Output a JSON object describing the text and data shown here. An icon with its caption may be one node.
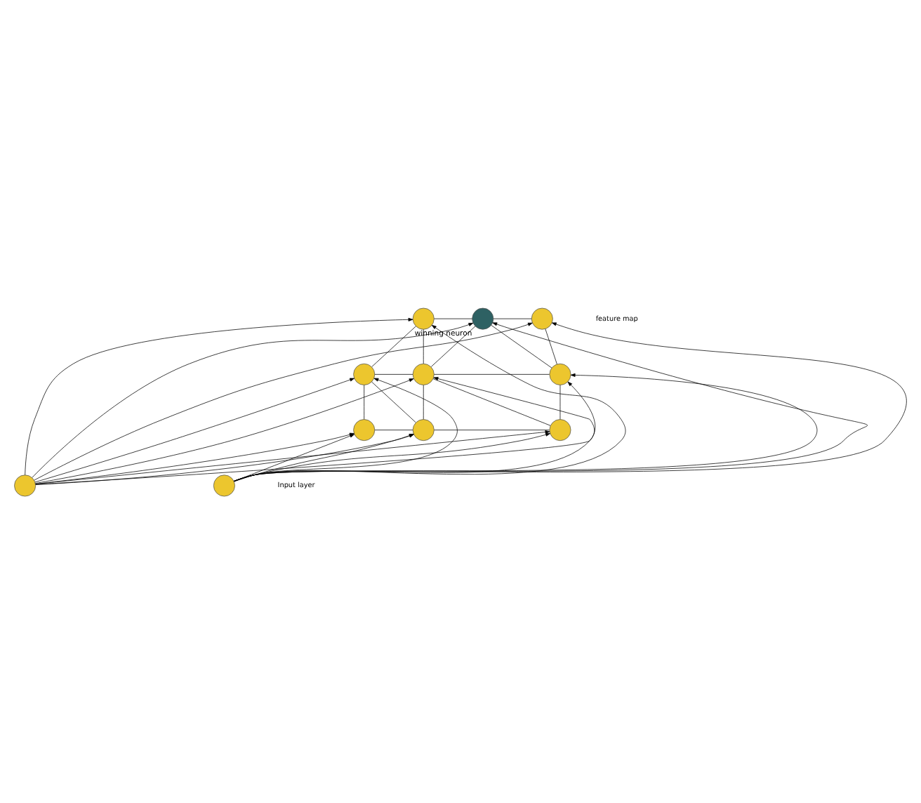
{
  "diagram": {
    "nodes": [
      {
        "text": [],
        "shape": "circle"
      },
      {
        "text": [],
        "shape": "circle",
        "beside": [
          "winning neuron"
        ]
      },
      {
        "text": [],
        "shape": "circle"
      },
      {
        "text": [],
        "shape": "circle"
      },
      {
        "text": [],
        "shape": "circle"
      },
      {
        "text": [],
        "shape": "circle"
      },
      {
        "text": [],
        "shape": "circle"
      },
      {
        "text": [],
        "shape": "circle"
      },
      {
        "text": [],
        "shape": "circle"
      },
      {
        "text": [],
        "shape": "circle"
      },
      {
        "text": [],
        "shape": "circle"
      }
    ],
    "edges": [
      {
        "from": 0,
        "to": 1,
        "arrow": "none"
      },
      {
        "from": 1,
        "to": 2,
        "arrow": "none"
      },
      {
        "from": 3,
        "to": 4,
        "arrow": "none"
      },
      {
        "from": 4,
        "to": 5,
        "arrow": "none"
      },
      {
        "from": 6,
        "to": 7,
        "arrow": "none"
      },
      {
        "from": 7,
        "to": 8,
        "arrow": "none"
      },
      {
        "from": 3,
        "to": 0,
        "arrow": "none"
      },
      {
        "from": 4,
        "to": 0,
        "arrow": "none"
      },
      {
        "from": 4,
        "to": 1,
        "arrow": "none"
      },
      {
        "from": 5,
        "to": 1,
        "arrow": "none"
      },
      {
        "from": 5,
        "to": 2,
        "arrow": "none"
      },
      {
        "from": 6,
        "to": 3,
        "arrow": "none"
      },
      {
        "from": 7,
        "to": 3,
        "arrow": "none"
      },
      {
        "from": 7,
        "to": 4,
        "arrow": "none"
      },
      {
        "from": 8,
        "to": 4,
        "arrow": "none"
      },
      {
        "from": 8,
        "to": 5,
        "arrow": "none"
      },
      {
        "from": 9,
        "to": 0,
        "arrow": "to"
      },
      {
        "from": 9,
        "to": 1,
        "arrow": "to"
      },
      {
        "from": 9,
        "to": 2,
        "arrow": "to"
      },
      {
        "from": 9,
        "to": 3,
        "arrow": "to"
      },
      {
        "from": 9,
        "to": 4,
        "arrow": "to"
      },
      {
        "from": 9,
        "to": 5,
        "arrow": "to"
      },
      {
        "from": 9,
        "to": 6,
        "arrow": "to"
      },
      {
        "from": 9,
        "to": 7,
        "arrow": "to"
      },
      {
        "from": 9,
        "to": 8,
        "arrow": "to"
      },
      {
        "from": 10,
        "to": 0,
        "arrow": "to"
      },
      {
        "from": 10,
        "to": 1,
        "arrow": "to"
      },
      {
        "from": 10,
        "to": 2,
        "arrow": "to"
      },
      {
        "from": 10,
        "to": 3,
        "arrow": "to"
      },
      {
        "from": 10,
        "to": 4,
        "arrow": "to"
      },
      {
        "from": 10,
        "to": 5,
        "arrow": "to"
      },
      {
        "from": 10,
        "to": 6,
        "arrow": "to"
      },
      {
        "from": 10,
        "to": 7,
        "arrow": "to"
      },
      {
        "from": 10,
        "to": 8,
        "arrow": "to"
      }
    ],
    "labels": [
      "feature map",
      "Input layer"
    ]
  }
}
